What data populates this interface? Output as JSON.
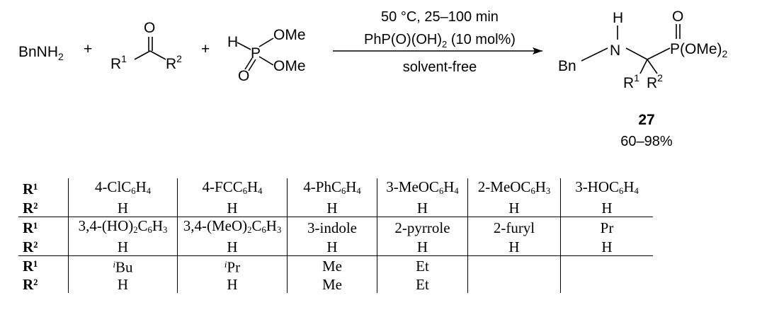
{
  "reaction": {
    "reagent_amine": "BnNH",
    "reagent_amine_sub": "2",
    "plus": "+",
    "carbonyl_O": "O",
    "r1": "R",
    "r1_sup": "1",
    "r2": "R",
    "r2_sup": "2",
    "phos_H": "H",
    "phos_P": "P",
    "phos_O": "O",
    "phos_OMe_top": "OMe",
    "phos_OMe_bottom": "OMe",
    "condition_temp": "50 °C, 25–100 min",
    "condition_cat_a": "PhP(O)(OH)",
    "condition_cat_sub": "2",
    "condition_cat_b": " (10 mol%)",
    "condition_solvent": "solvent-free",
    "prod_H": "H",
    "prod_N": "N",
    "prod_Bn": "Bn",
    "prod_O": "O",
    "prod_P": "P(OMe)",
    "prod_P_sub": "2",
    "product_number": "27",
    "product_yield": "60–98%"
  },
  "table": {
    "label_r1": "R¹",
    "label_r2": "R²",
    "groups": [
      {
        "r1": [
          "4-ClC<sub>6</sub>H<sub>4</sub>",
          "4-FCC<sub>6</sub>H<sub>4</sub>",
          "4-PhC<sub>6</sub>H<sub>4</sub>",
          "3-MeOC<sub>6</sub>H<sub>4</sub>",
          "2-MeOC<sub>6</sub>H<sub>3</sub>",
          "3-HOC<sub>6</sub>H<sub>4</sub>"
        ],
        "r2": [
          "H",
          "H",
          "H",
          "H",
          "H",
          "H"
        ]
      },
      {
        "r1": [
          "3,4-(HO)<sub>2</sub>C<sub>6</sub>H<sub>3</sub>",
          "3,4-(MeO)<sub>2</sub>C<sub>6</sub>H<sub>3</sub>",
          "3-indole",
          "2-pyrrole",
          "2-furyl",
          "Pr"
        ],
        "r2": [
          "H",
          "H",
          "H",
          "H",
          "H",
          "H"
        ]
      },
      {
        "r1": [
          "<sup><i>i</i></sup>Bu",
          "<sup><i>i</i></sup>Pr",
          "Me",
          "Et",
          "",
          ""
        ],
        "r2": [
          "H",
          "H",
          "Me",
          "Et",
          "",
          ""
        ]
      }
    ]
  }
}
